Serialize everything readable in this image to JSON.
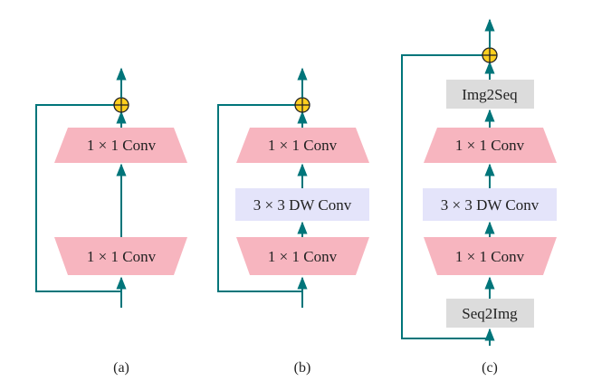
{
  "colors": {
    "line": "#00757a",
    "conv_fill": "#f7b5bf",
    "dw_fill": "#e4e4fa",
    "seq_fill": "#dcdcdc",
    "adder_fill": "#ffcf1f",
    "adder_stroke": "#222222",
    "text": "#222222"
  },
  "panels": {
    "a": {
      "caption": "(a)",
      "top_conv": "1 × 1 Conv",
      "bottom_conv": "1 × 1 Conv"
    },
    "b": {
      "caption": "(b)",
      "top_conv": "1 × 1 Conv",
      "dw_conv": "3 × 3 DW Conv",
      "bottom_conv": "1 × 1 Conv"
    },
    "c": {
      "caption": "(c)",
      "img2seq": "Img2Seq",
      "top_conv": "1 × 1 Conv",
      "dw_conv": "3 × 3 DW Conv",
      "bottom_conv": "1 × 1 Conv",
      "seq2img": "Seq2Img"
    }
  }
}
